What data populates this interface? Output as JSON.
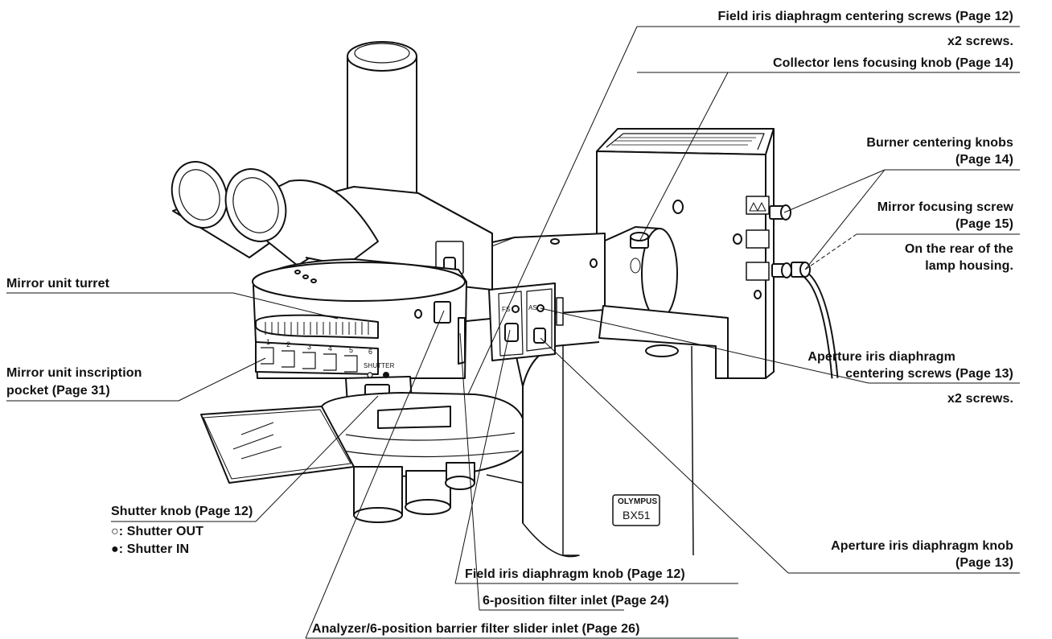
{
  "labels": {
    "field_iris_centering": "Field iris diaphragm centering screws (Page 12)",
    "field_iris_centering_note": "x2 screws.",
    "collector_lens": "Collector lens focusing knob (Page 14)",
    "burner_centering_1": "Burner centering knobs",
    "burner_centering_2": "(Page 14)",
    "mirror_focusing_1": "Mirror focusing screw",
    "mirror_focusing_2": "(Page 15)",
    "mirror_focusing_note_1": "On the rear of the",
    "mirror_focusing_note_2": "lamp housing.",
    "mirror_turret": "Mirror unit turret",
    "mirror_pocket_1": "Mirror unit inscription",
    "mirror_pocket_2": "pocket (Page 31)",
    "aperture_centering_1": "Aperture iris diaphragm",
    "aperture_centering_2": "centering screws (Page 13)",
    "aperture_centering_note": "x2 screws.",
    "shutter_knob": "Shutter knob (Page 12)",
    "shutter_out": "○: Shutter OUT",
    "shutter_in": "●: Shutter IN",
    "field_iris_knob": "Field iris diaphragm knob (Page 12)",
    "aperture_knob_1": "Aperture iris diaphragm knob",
    "aperture_knob_2": "(Page 13)",
    "filter_inlet": "6-position filter inlet (Page 24)",
    "analyzer_inlet": "Analyzer/6-position barrier filter slider inlet (Page 26)"
  },
  "device": {
    "brand": "OLYMPUS",
    "model": "BX51",
    "shutter_label": "SHUTTER",
    "fs_label": "FS",
    "as_label": "AS",
    "turret_numbers": [
      "1",
      "2",
      "3",
      "4",
      "5",
      "6"
    ]
  }
}
